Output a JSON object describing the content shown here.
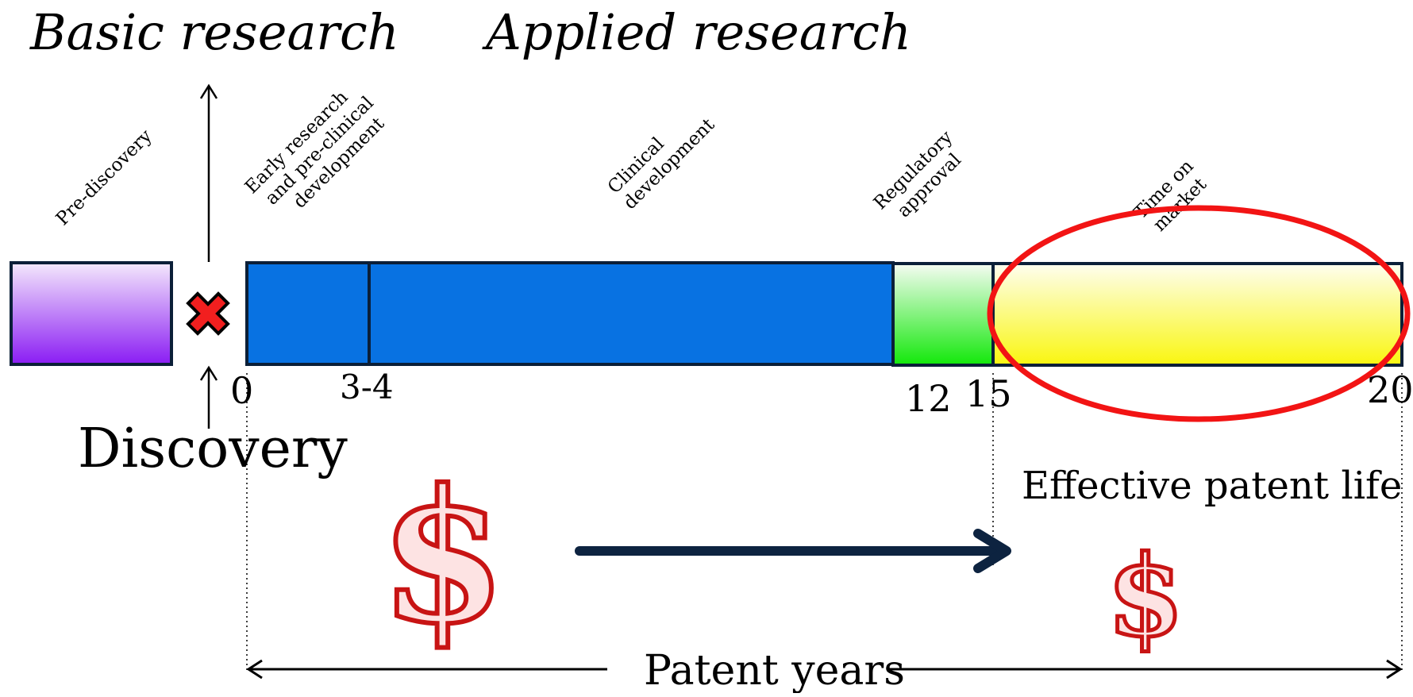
{
  "headings": {
    "basic_research": "Basic research",
    "applied_research": "Applied research"
  },
  "phases": {
    "pre_discovery": "Pre-discovery",
    "early_research": [
      "Early research",
      "and pre-clinical",
      "development"
    ],
    "clinical": [
      "Clinical",
      "development"
    ],
    "regulatory": [
      "Regulatory",
      "approval"
    ],
    "market": [
      "Time on",
      "market"
    ]
  },
  "ticks": {
    "t0": "0",
    "t3_4": "3-4",
    "t12": "12",
    "t15": "15",
    "t20": "20"
  },
  "labels": {
    "discovery": "Discovery",
    "effective_patent_life": "Effective patent life",
    "patent_years": "Patent years"
  },
  "icons": {
    "discovery_marker": "x-cross-icon",
    "money_large": "dollar-sign-icon",
    "money_small": "dollar-sign-icon"
  },
  "colors": {
    "pre_discovery_top": "#f2e3fb",
    "pre_discovery_bottom": "#8b1ff2",
    "research_blue": "#0872e2",
    "regulatory_top": "#f3fbf0",
    "regulatory_bottom": "#16e80b",
    "market_top": "#fdfde8",
    "market_bottom": "#f8f515",
    "highlight_ring": "#f21414",
    "cross_fill": "#f21f1f",
    "arrow_navy": "#0d2340",
    "dollar_stroke": "#c81414",
    "dollar_fill": "#fde3e3"
  }
}
